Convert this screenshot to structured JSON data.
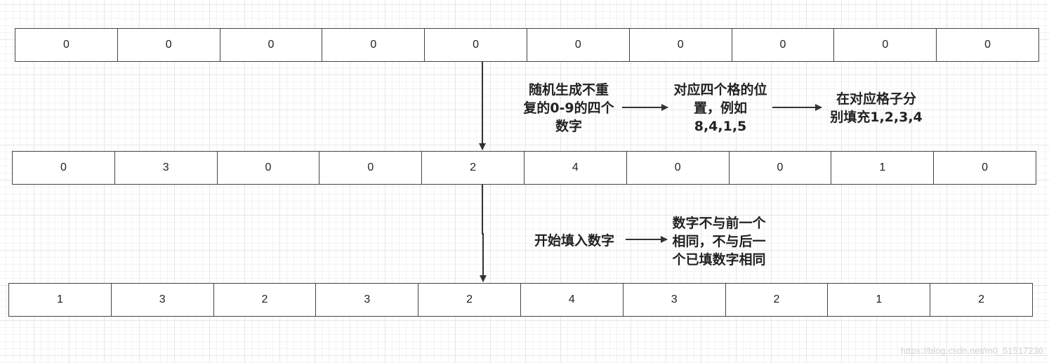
{
  "rows": {
    "initial": [
      "0",
      "0",
      "0",
      "0",
      "0",
      "0",
      "0",
      "0",
      "0",
      "0"
    ],
    "positions": [
      "0",
      "3",
      "0",
      "0",
      "2",
      "4",
      "0",
      "0",
      "1",
      "0"
    ],
    "filled": [
      "1",
      "3",
      "2",
      "3",
      "2",
      "4",
      "3",
      "2",
      "1",
      "2"
    ]
  },
  "labels": {
    "step1_line1": "随机生成不重",
    "step1_line2": "复的0-9的四个",
    "step1_line3": "数字",
    "step2_line1": "对应四个格的位",
    "step2_line2": "置，例如",
    "step2_line3": "8,4,1,5",
    "step3_line1": "在对应格子分",
    "step3_line2": "别填充1,2,3,4",
    "step4": "开始填入数字",
    "step5_line1": "数字不与前一个",
    "step5_line2": "相同，不与后一",
    "step5_line3": "个已填数字相同"
  },
  "watermark": "https://blog.csdn.net/m0_51517236",
  "colors": {
    "cell_border": "#444444",
    "arrow": "#333333",
    "grid": "#e6e6e6"
  }
}
